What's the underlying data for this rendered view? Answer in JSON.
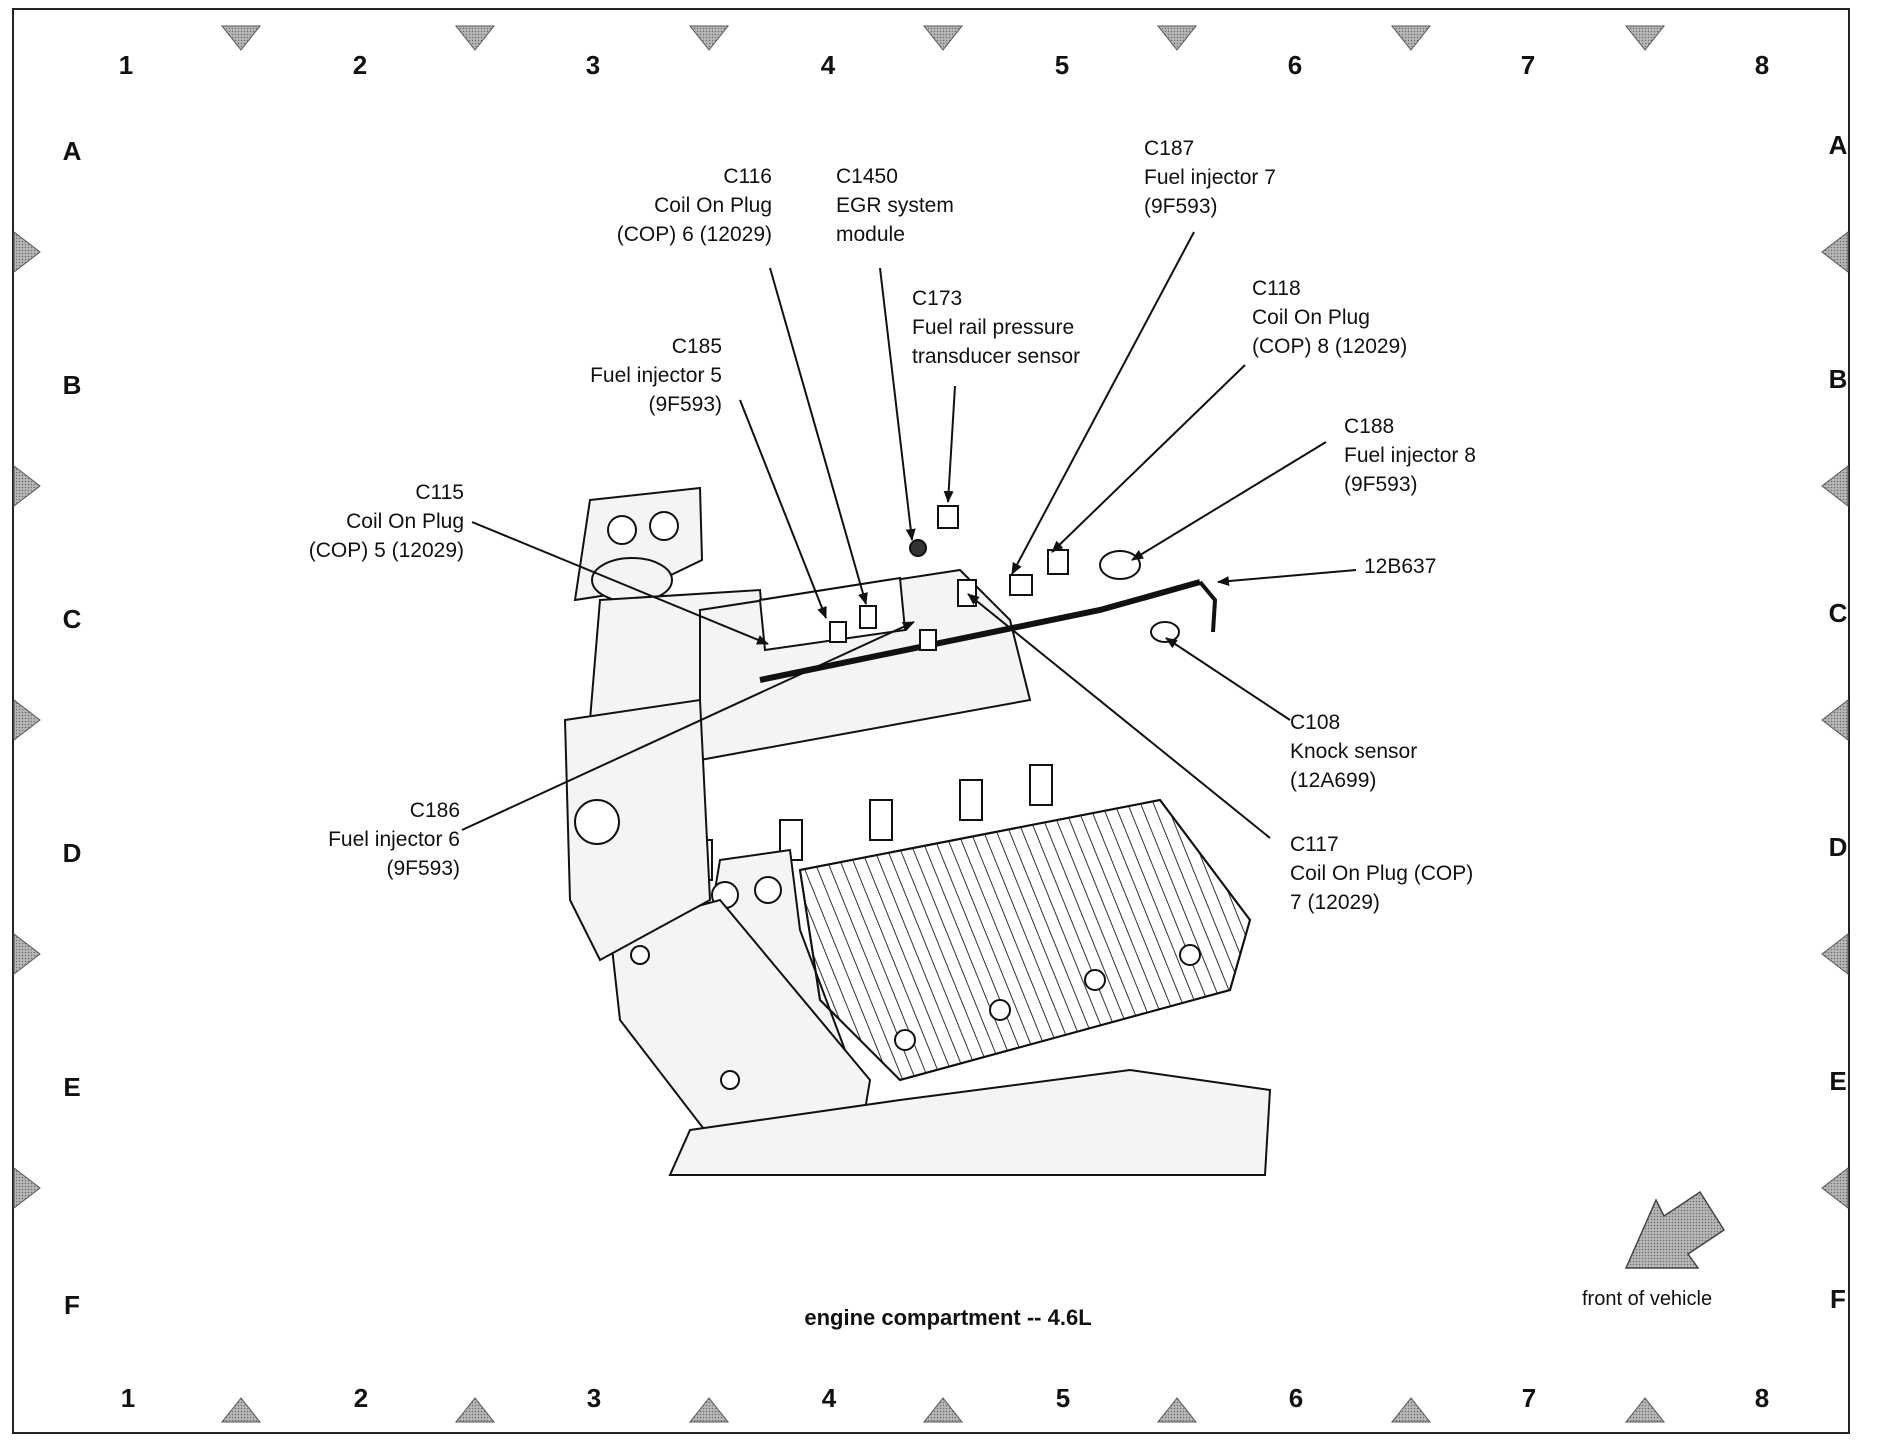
{
  "grid": {
    "columns": [
      "1",
      "2",
      "3",
      "4",
      "5",
      "6",
      "7",
      "8"
    ],
    "rows": [
      "A",
      "B",
      "C",
      "D",
      "E",
      "F"
    ]
  },
  "callouts": {
    "c116": {
      "id": "C116",
      "line1": "Coil On Plug",
      "line2": "(COP) 6 (12029)"
    },
    "c1450": {
      "id": "C1450",
      "line1": "EGR system",
      "line2": "module"
    },
    "c187": {
      "id": "C187",
      "line1": "Fuel injector 7",
      "line2": "(9F593)"
    },
    "c173": {
      "id": "C173",
      "line1": "Fuel rail pressure",
      "line2": "transducer sensor"
    },
    "c118": {
      "id": "C118",
      "line1": "Coil On Plug",
      "line2": "(COP) 8 (12029)"
    },
    "c185": {
      "id": "C185",
      "line1": "Fuel injector 5",
      "line2": "(9F593)"
    },
    "c188": {
      "id": "C188",
      "line1": "Fuel injector 8",
      "line2": "(9F593)"
    },
    "c115": {
      "id": "C115",
      "line1": "Coil On Plug",
      "line2": "(COP) 5 (12029)"
    },
    "p12b637": {
      "id": "12B637"
    },
    "c108": {
      "id": "C108",
      "line1": "Knock sensor",
      "line2": "(12A699)"
    },
    "c186": {
      "id": "C186",
      "line1": "Fuel injector 6",
      "line2": "(9F593)"
    },
    "c117": {
      "id": "C117",
      "line1": "Coil On Plug (COP)",
      "line2": "7 (12029)"
    }
  },
  "title": "engine compartment -- 4.6L",
  "front_label": "front of vehicle",
  "colors": {
    "ink": "#111111",
    "marker_gray": "#9a9a9a",
    "engine_fill": "#f4f4f4"
  }
}
